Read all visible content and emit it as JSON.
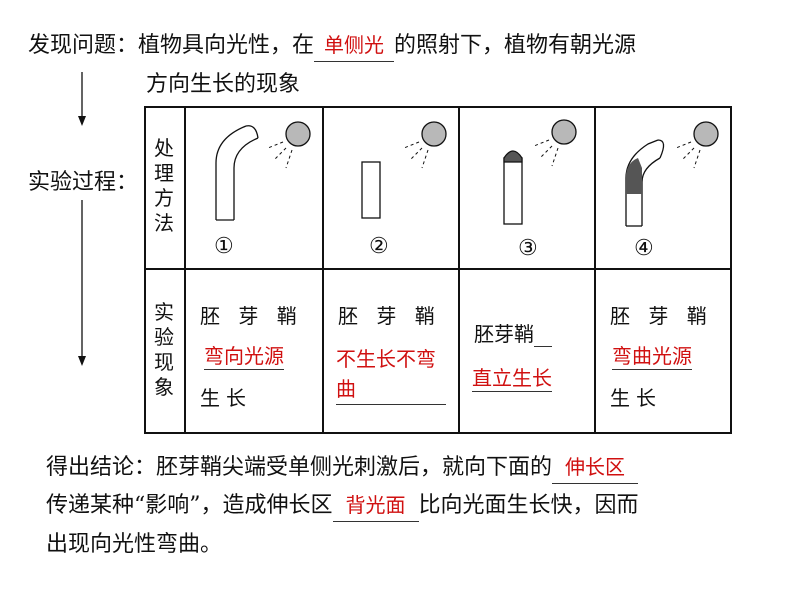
{
  "problem": {
    "label": "发现问题：",
    "text1": "植物具向光性，在",
    "blank": "单侧光",
    "text2": "的照射下，植物有朝光源",
    "text3": "方向生长的现象"
  },
  "process": {
    "label": "实验过程："
  },
  "table": {
    "row1_header": "处理方法",
    "row2_header": "实验现象",
    "numbers": [
      "①",
      "②",
      "③",
      "④"
    ],
    "results": [
      {
        "prefix": "胚 芽 鞘",
        "answer": "弯向光源",
        "suffix": "生长"
      },
      {
        "prefix": "胚 芽 鞘",
        "answer": "不生长不弯曲",
        "suffix": ""
      },
      {
        "prefix": "胚芽鞘",
        "answer": "直立生长",
        "suffix": ""
      },
      {
        "prefix": "胚 芽 鞘",
        "answer": "弯曲光源",
        "suffix": "生长"
      }
    ]
  },
  "conclusion": {
    "text1": "得出结论：胚芽鞘尖端受单侧光刺激后，就向下面的",
    "blank1": "伸长区",
    "text2": "传递某种“影响”，造成伸长区",
    "blank2": "背光面",
    "text3": "比向光面生长快，因而",
    "text4": "出现向光性弯曲。"
  },
  "colors": {
    "answer": "#d01010",
    "bulb": "#b8b8b8",
    "tip": "#555555"
  }
}
